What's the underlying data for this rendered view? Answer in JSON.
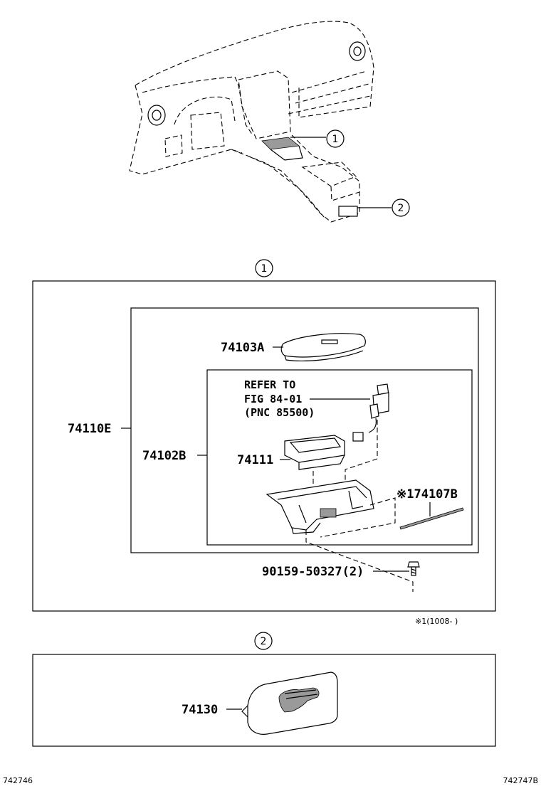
{
  "callouts": {
    "one": "1",
    "two": "2"
  },
  "section1": {
    "title_number": "1",
    "assembly_label": "74110E",
    "sub_assembly_label": "74102B",
    "cover_label": "74103A",
    "refer": {
      "line1": "REFER TO",
      "line2": "FIG 84-01",
      "line3": "(PNC 85500)"
    },
    "box_label": "74111",
    "strip_label": "※174107B",
    "screw_label": "90159-50327(2)"
  },
  "footnote": "※1(1008-     )",
  "section2": {
    "title_number": "2",
    "part_label": "74130"
  },
  "footer": {
    "left_code": "742746",
    "right_code": "742747B"
  }
}
